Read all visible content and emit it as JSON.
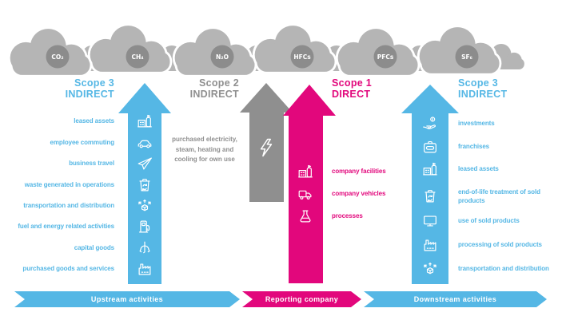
{
  "gases": [
    "CO₂",
    "CH₄",
    "N₂O",
    "HFCs",
    "PFCs",
    "SF₆"
  ],
  "scopes": {
    "scope3_upstream": {
      "title": "Scope 3",
      "subtitle": "INDIRECT",
      "items": [
        {
          "label": "leased assets",
          "icon": "building-icon"
        },
        {
          "label": "employee commuting",
          "icon": "car-icon"
        },
        {
          "label": "business travel",
          "icon": "airplane-icon"
        },
        {
          "label": "waste generated in operations",
          "icon": "trash-recycle-icon"
        },
        {
          "label": "transportation and distribution",
          "icon": "cube-arrows-icon"
        },
        {
          "label": "fuel and energy related activities",
          "icon": "fuel-pump-icon"
        },
        {
          "label": "capital goods",
          "icon": "crane-claw-icon"
        },
        {
          "label": "purchased goods and services",
          "icon": "factory-icon"
        }
      ]
    },
    "scope2": {
      "title": "Scope 2",
      "subtitle": "INDIRECT",
      "description_lines": [
        "purchased electricity,",
        "steam, heating and",
        "cooling for own use"
      ],
      "icon": "lightning-icon"
    },
    "scope1": {
      "title": "Scope 1",
      "subtitle": "DIRECT",
      "items": [
        {
          "label": "company facilities",
          "icon": "building-icon"
        },
        {
          "label": "company vehicles",
          "icon": "truck-icon"
        },
        {
          "label": "processes",
          "icon": "flask-icon"
        }
      ]
    },
    "scope3_downstream": {
      "title": "Scope 3",
      "subtitle": "INDIRECT",
      "items": [
        {
          "label": "investments",
          "icon": "hand-coin-icon"
        },
        {
          "label": "franchises",
          "icon": "briefcase-icon"
        },
        {
          "label": "leased assets",
          "icon": "building-icon"
        },
        {
          "label": "end-of-life treatment of sold products",
          "icon": "trash-recycle-icon"
        },
        {
          "label": "use of sold products",
          "icon": "monitor-icon"
        },
        {
          "label": "processing of sold products",
          "icon": "factory-icon"
        },
        {
          "label": "transportation and distribution",
          "icon": "cube-arrows-icon"
        }
      ]
    }
  },
  "banner": {
    "upstream": "Upstream activities",
    "reporting": "Reporting company",
    "downstream": "Downstream activities"
  },
  "colors": {
    "blue": "#55b7e5",
    "pink": "#e2077c",
    "gray": "#8f8f8f",
    "cloud": "#b5b5b5",
    "gas_circle": "#8c8c8c"
  }
}
